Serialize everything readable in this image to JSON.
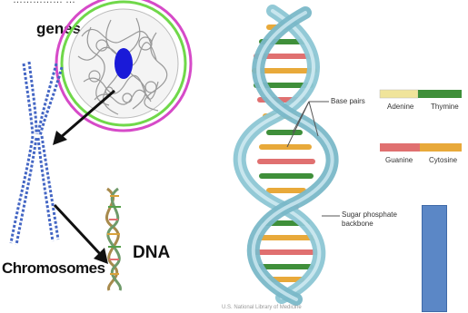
{
  "left_panel": {
    "top_caption": "…………… …",
    "genes_label": "genes",
    "chromosomes_label": "Chromosomes",
    "dna_label": "DNA"
  },
  "right_panel": {
    "base_pairs_label": "Base pairs",
    "backbone_label_line1": "Sugar phosphate",
    "backbone_label_line2": "backbone",
    "credit": "U.S. National Library of Medicine",
    "legend": [
      {
        "left": "Adenine",
        "right": "Thymine",
        "left_color": "#f0e49a",
        "right_color": "#3f8f3a"
      },
      {
        "left": "Guanine",
        "right": "Cytosine",
        "left_color": "#e07070",
        "right_color": "#e8a93a"
      }
    ]
  },
  "colors": {
    "chromosome_blue": "#4466c4",
    "nucleus_blue": "#1a1ad8",
    "ring_green": "#70d84a",
    "ring_pink": "#d64ac8",
    "backbone_teal": "#8cc6d4",
    "blue_rect": "#5b87c6"
  }
}
